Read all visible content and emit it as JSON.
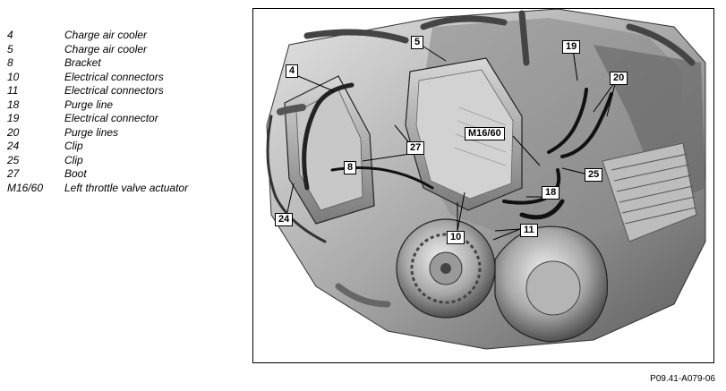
{
  "legend": [
    {
      "num": "4",
      "text": "Charge air cooler"
    },
    {
      "num": "5",
      "text": "Charge air cooler"
    },
    {
      "num": "8",
      "text": "Bracket"
    },
    {
      "num": "10",
      "text": "Electrical connectors"
    },
    {
      "num": "11",
      "text": "Electrical connectors"
    },
    {
      "num": "18",
      "text": "Purge line"
    },
    {
      "num": "19",
      "text": "Electrical connector"
    },
    {
      "num": "20",
      "text": "Purge lines"
    },
    {
      "num": "24",
      "text": "Clip"
    },
    {
      "num": "25",
      "text": "Clip"
    },
    {
      "num": "27",
      "text": "Boot"
    },
    {
      "num": "M16/60",
      "text": "Left throttle valve actuator"
    }
  ],
  "callouts": {
    "c4": "4",
    "c5": "5",
    "c8": "8",
    "c10": "10",
    "c11": "11",
    "c18": "18",
    "c19": "19",
    "c20": "20",
    "c24": "24",
    "c25": "25",
    "c27": "27",
    "cM16": "M16/60"
  },
  "figure_code": "P09.41-A079-06"
}
